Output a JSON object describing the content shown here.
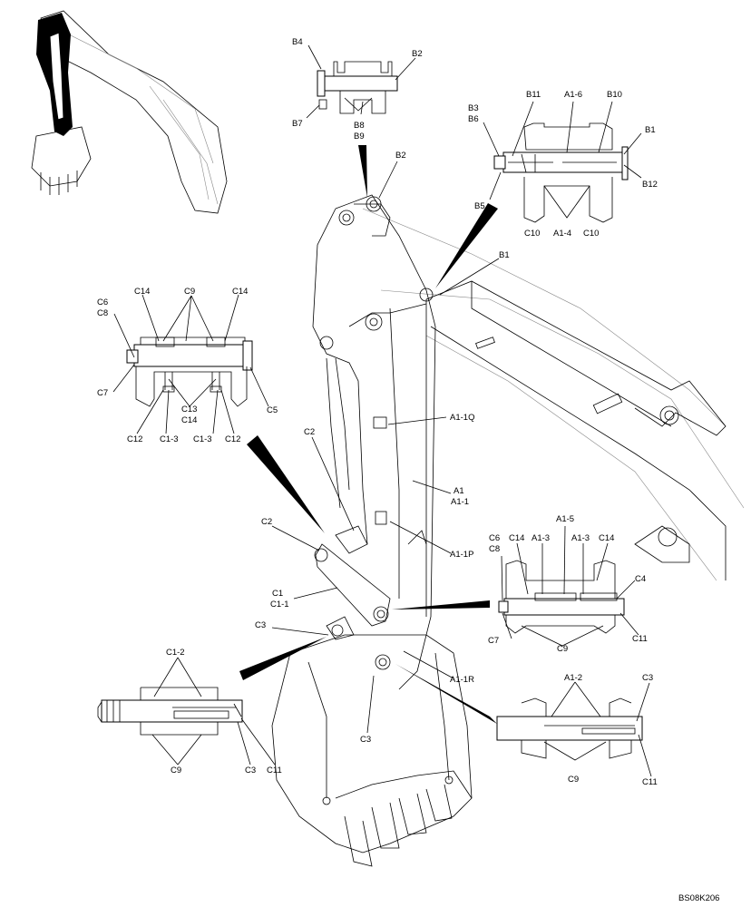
{
  "labels": {
    "B4": "B4",
    "B2_top": "B2",
    "B7": "B7",
    "B8": "B8",
    "B9": "B9",
    "B2_mid": "B2",
    "B3": "B3",
    "B6": "B6",
    "B11": "B11",
    "A1_6": "A1-6",
    "B10": "B10",
    "B1_right": "B1",
    "B12": "B12",
    "B5": "B5",
    "C10_a": "C10",
    "A1_4": "A1-4",
    "C10_b": "C10",
    "B1_mid": "B1",
    "C6_l": "C6",
    "C8_l": "C8",
    "C14_a": "C14",
    "C9_top": "C9",
    "C14_b": "C14",
    "C7_l": "C7",
    "C5": "C5",
    "C13": "C13",
    "C14_c": "C14",
    "C12_a": "C12",
    "C1_3_a": "C1-3",
    "C1_3_b": "C1-3",
    "C12_b": "C12",
    "A1_1Q": "A1-1Q",
    "C2_top": "C2",
    "A1": "A1",
    "A1_1": "A1-1",
    "C2_left": "C2",
    "A1_1P": "A1-1P",
    "C1": "C1",
    "C1_1": "C1-1",
    "C3_mid": "C3",
    "A1_5": "A1-5",
    "C6_r": "C6",
    "C8_r": "C8",
    "C14_d": "C14",
    "A1_3_a": "A1-3",
    "A1_3_b": "A1-3",
    "C14_e": "C14",
    "C4": "C4",
    "C7_r": "C7",
    "C9_r": "C9",
    "C11_r": "C11",
    "C1_2": "C1-2",
    "A1_1R": "A1-1R",
    "C3_bottom": "C3",
    "C9_bl": "C9",
    "C3_bl": "C3",
    "C11_bl": "C11",
    "A1_2": "A1-2",
    "C3_br": "C3",
    "C9_br": "C9",
    "C11_br": "C11",
    "code": "BS08K206"
  }
}
